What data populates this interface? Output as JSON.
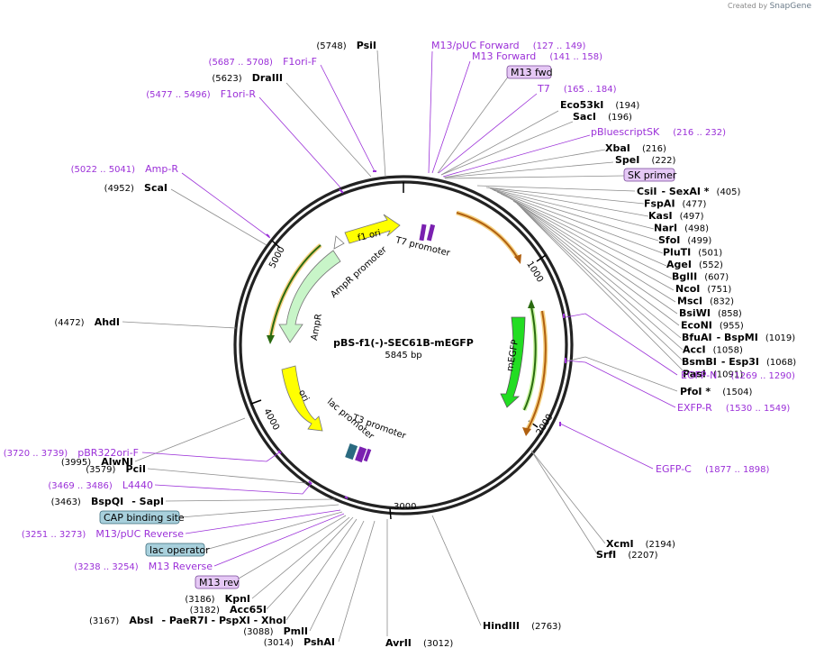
{
  "credit": {
    "prefix": "Created by",
    "brand": "SnapGene"
  },
  "plasmid": {
    "name": "pBS-f1(-)-SEC61B-mEGFP",
    "size": "5845 bp"
  },
  "ticks": [
    "1000",
    "2000",
    "3000",
    "4000",
    "5000"
  ],
  "features": {
    "f1_ori": "f1 ori",
    "t7_promoter": "T7 promoter",
    "ampr_promoter": "AmpR promoter",
    "ampr": "AmpR",
    "megfp": "mEGFP",
    "ori": "ori",
    "lac_promoter": "lac promoter",
    "t3_promoter": "T3 promoter"
  },
  "top_labels": {
    "psiI": {
      "pos": "(5748)",
      "name": "PsiI"
    },
    "f1oriF": {
      "pos": "(5687 .. 5708)",
      "name": "F1ori-F"
    },
    "draIII": {
      "pos": "(5623)",
      "name": "DraIII"
    },
    "f1oriR": {
      "pos": "(5477 .. 5496)",
      "name": "F1ori-R"
    },
    "ampR_primer": {
      "pos": "(5022 .. 5041)",
      "name": "Amp-R"
    },
    "scaI": {
      "pos": "(4952)",
      "name": "ScaI"
    },
    "ahdI": {
      "pos": "(4472)",
      "name": "AhdI"
    },
    "m13pucF": {
      "name": "M13/pUC Forward",
      "pos": "(127 .. 149)"
    },
    "m13F": {
      "name": "M13 Forward",
      "pos": "(141 .. 158)"
    },
    "m13fwd": {
      "name": "M13 fwd"
    },
    "t7": {
      "name": "T7",
      "pos": "(165 .. 184)"
    },
    "eco53kI": {
      "name": "Eco53kI",
      "pos": "(194)"
    },
    "sacI": {
      "name": "SacI",
      "pos": "(196)"
    },
    "pbluescriptSK": {
      "name": "pBluescriptSK",
      "pos": "(216 .. 232)"
    },
    "xbaI": {
      "name": "XbaI",
      "pos": "(216)"
    },
    "speI": {
      "name": "SpeI",
      "pos": "(222)"
    },
    "skprimer": {
      "name": "SK primer"
    }
  },
  "right_enzymes": [
    {
      "name": "CsiI",
      "extra": "-  SexAI *",
      "pos": "(405)"
    },
    {
      "name": "FspAI",
      "extra": "",
      "pos": "(477)"
    },
    {
      "name": "KasI",
      "extra": "",
      "pos": "(497)"
    },
    {
      "name": "NarI",
      "extra": "",
      "pos": "(498)"
    },
    {
      "name": "SfoI",
      "extra": "",
      "pos": "(499)"
    },
    {
      "name": "PluTI",
      "extra": "",
      "pos": "(501)"
    },
    {
      "name": "AgeI",
      "extra": "",
      "pos": "(552)"
    },
    {
      "name": "BglII",
      "extra": "",
      "pos": "(607)"
    },
    {
      "name": "NcoI",
      "extra": "",
      "pos": "(751)"
    },
    {
      "name": "MscI",
      "extra": "",
      "pos": "(832)"
    },
    {
      "name": "BsiWI",
      "extra": "",
      "pos": "(858)"
    },
    {
      "name": "EcoNI",
      "extra": "",
      "pos": "(955)"
    },
    {
      "name": "BfuAI",
      "extra": "-  BspMI",
      "pos": "(1019)"
    },
    {
      "name": "AccI",
      "extra": "",
      "pos": "(1058)"
    },
    {
      "name": "BsmBI",
      "extra": "-  Esp3I",
      "pos": "(1068)"
    },
    {
      "name": "PasI",
      "extra": "",
      "pos": "(1091)"
    }
  ],
  "right_lower": {
    "egfpN": {
      "name": "EGFP-N",
      "pos": "(1269 .. 1290)"
    },
    "pfoI": {
      "name": "PfoI *",
      "pos": "(1504)"
    },
    "exfpR": {
      "name": "EXFP-R",
      "pos": "(1530 .. 1549)"
    },
    "egfpC": {
      "name": "EGFP-C",
      "pos": "(1877 .. 1898)"
    },
    "xcmI": {
      "name": "XcmI",
      "pos": "(2194)"
    },
    "srfI": {
      "name": "SrfI",
      "pos": "(2207)"
    },
    "hindIII": {
      "name": "HindIII",
      "pos": "(2763)"
    },
    "avrII": {
      "name": "AvrII",
      "pos": "(3012)"
    }
  },
  "left_lower": {
    "alwNI": {
      "pos": "(3995)",
      "name": "AlwNI"
    },
    "pbr322": {
      "pos": "(3720 .. 3739)",
      "name": "pBR322ori-F"
    },
    "pciI": {
      "pos": "(3579)",
      "name": "PciI"
    },
    "l4440": {
      "pos": "(3469 .. 3486)",
      "name": "L4440"
    },
    "bspQI": {
      "pos": "(3463)",
      "name": "BspQI",
      "extra": "-  SapI"
    },
    "cap": {
      "name": "CAP binding site"
    },
    "m13pucR": {
      "pos": "(3251 .. 3273)",
      "name": "M13/pUC Reverse"
    },
    "lacop": {
      "name": "lac operator"
    },
    "m13rev_primer": {
      "pos": "(3238 .. 3254)",
      "name": "M13 Reverse"
    },
    "m13rev": {
      "name": "M13 rev"
    },
    "kpnI": {
      "pos": "(3186)",
      "name": "KpnI"
    },
    "acc65I": {
      "pos": "(3182)",
      "name": "Acc65I"
    },
    "absI": {
      "pos": "(3167)",
      "name": "AbsI",
      "extra": "-  PaeR7I  -  PspXI  -  XhoI"
    },
    "pmlI": {
      "pos": "(3088)",
      "name": "PmlI"
    },
    "pshAI": {
      "pos": "(3014)",
      "name": "PshAI"
    }
  },
  "colors": {
    "backbone": "#222222",
    "primer": "#9b30d8",
    "f1_ori": "#ffff00",
    "ori": "#ffff00",
    "ampr": "#c8f5c8",
    "megfp": "#22dd22",
    "orange_arrow": "#f0a030",
    "box_purple": "#e5c8f5",
    "box_teal": "#a8d0dc"
  }
}
